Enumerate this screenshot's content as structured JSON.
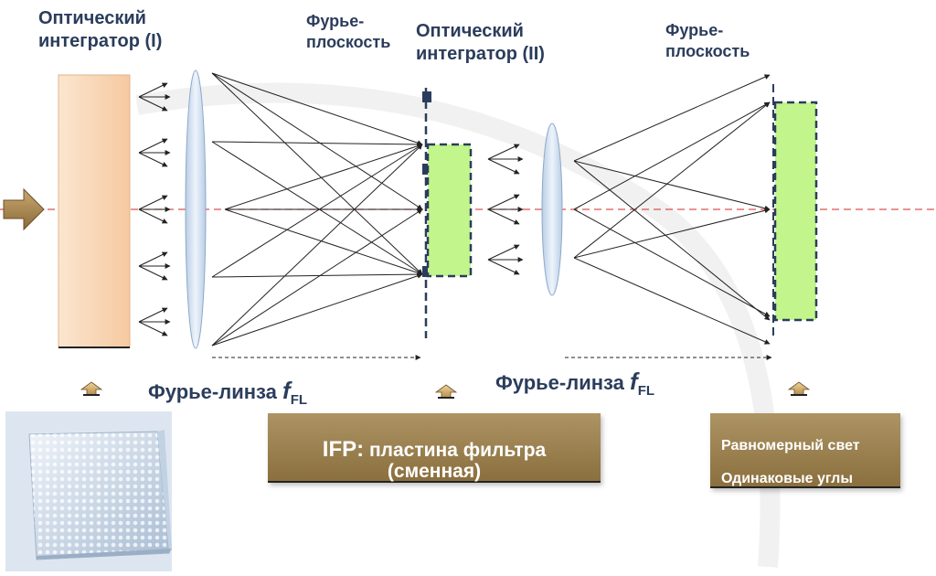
{
  "labels": {
    "integrator1": [
      "Оптический",
      "интегратор (I)"
    ],
    "fourier_plane1": [
      "Фурье-",
      "плоскость"
    ],
    "integrator2": [
      "Оптический",
      "интегратор (II)"
    ],
    "fourier_plane2": [
      "Фурье-",
      "плоскость"
    ],
    "fourier_lens1": {
      "text": "Фурье-линза",
      "symbol": "f",
      "subscript": "FL"
    },
    "fourier_lens2": {
      "text": "Фурье-линза",
      "symbol": "f",
      "subscript": "FL"
    }
  },
  "boxes": {
    "ifp": {
      "title": "IFP:",
      "text": "пластина фильтра",
      "line2": "(сменная)"
    },
    "uniform": {
      "line1": "Равномерный свет",
      "line2": "Одинаковые углы"
    }
  },
  "colors": {
    "label_text": "#2b3d5c",
    "integrator1_fill": "#fbd8b4",
    "filter_green": "#c2f58c",
    "lens_fill": "#dce8f5",
    "axis_red": "#d9534f",
    "box_fill": "#9e8251",
    "dark_navy": "#2b3d5c"
  },
  "icons": [
    "input-arrow-icon",
    "up-arrow-icon",
    "microlens-array-photo"
  ]
}
